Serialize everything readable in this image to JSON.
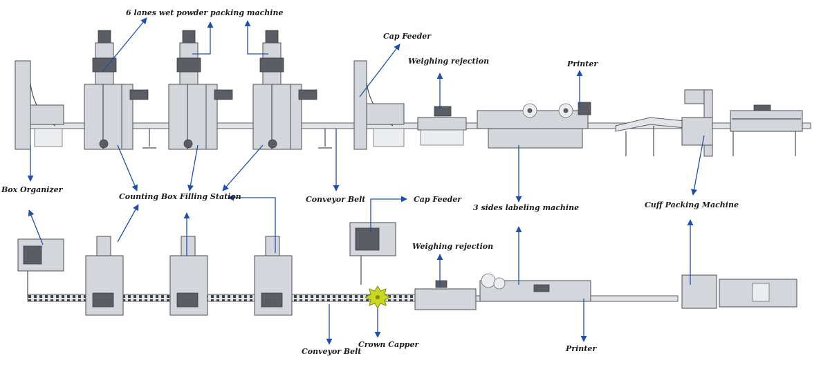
{
  "labels": {
    "wet_powder": "6 lanes wet powder packing machine",
    "cap_feeder_top": "Cap Feeder",
    "weighing_rejection_top": "Weighing rejection",
    "printer_top": "Printer",
    "box_organizer": "Box Organizer",
    "counting_station": "Counting Box Filling Station",
    "conveyor_belt_top": "Conveyor Belt",
    "cap_feeder_bottom": "Cap Feeder",
    "three_sides_labeling": "3 sides labeling machine",
    "cuff_packing": "Cuff Packing Machine",
    "weighing_rejection_bottom": "Weighing rejection",
    "conveyor_belt_bottom": "Conveyor Belt",
    "crown_capper": "Crown Capper",
    "printer_bottom": "Printer"
  },
  "colors": {
    "arrow": "#1f4fa8",
    "machine": "#d3d6da",
    "outline": "#4a4d52",
    "capper": "#c8d820"
  }
}
